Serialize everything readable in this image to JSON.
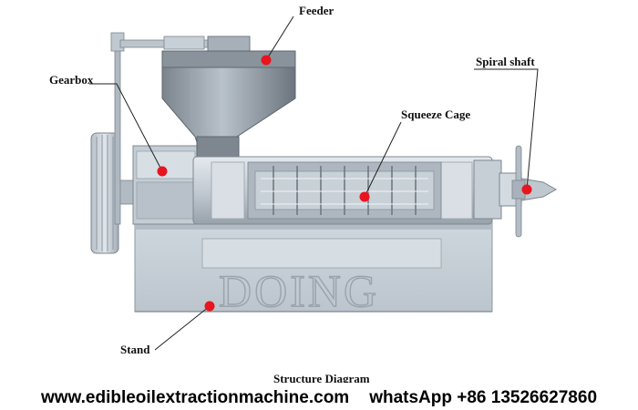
{
  "labels": {
    "feeder": "Feeder",
    "gearbox": "Gearbox",
    "spiral_shaft": "Spiral shaft",
    "squeeze_cage": "Squeeze Cage",
    "stand": "Stand"
  },
  "watermark": "DOING",
  "caption": "Structure Diagram",
  "footer": {
    "website": "www.edibleoilextractionmachine.com",
    "whatsapp": "whatsApp +86 13526627860"
  },
  "colors": {
    "marker": "#e8141e",
    "machine_light": "#c9d2da",
    "machine_mid": "#a9b3bd",
    "machine_dark": "#6f7880"
  }
}
